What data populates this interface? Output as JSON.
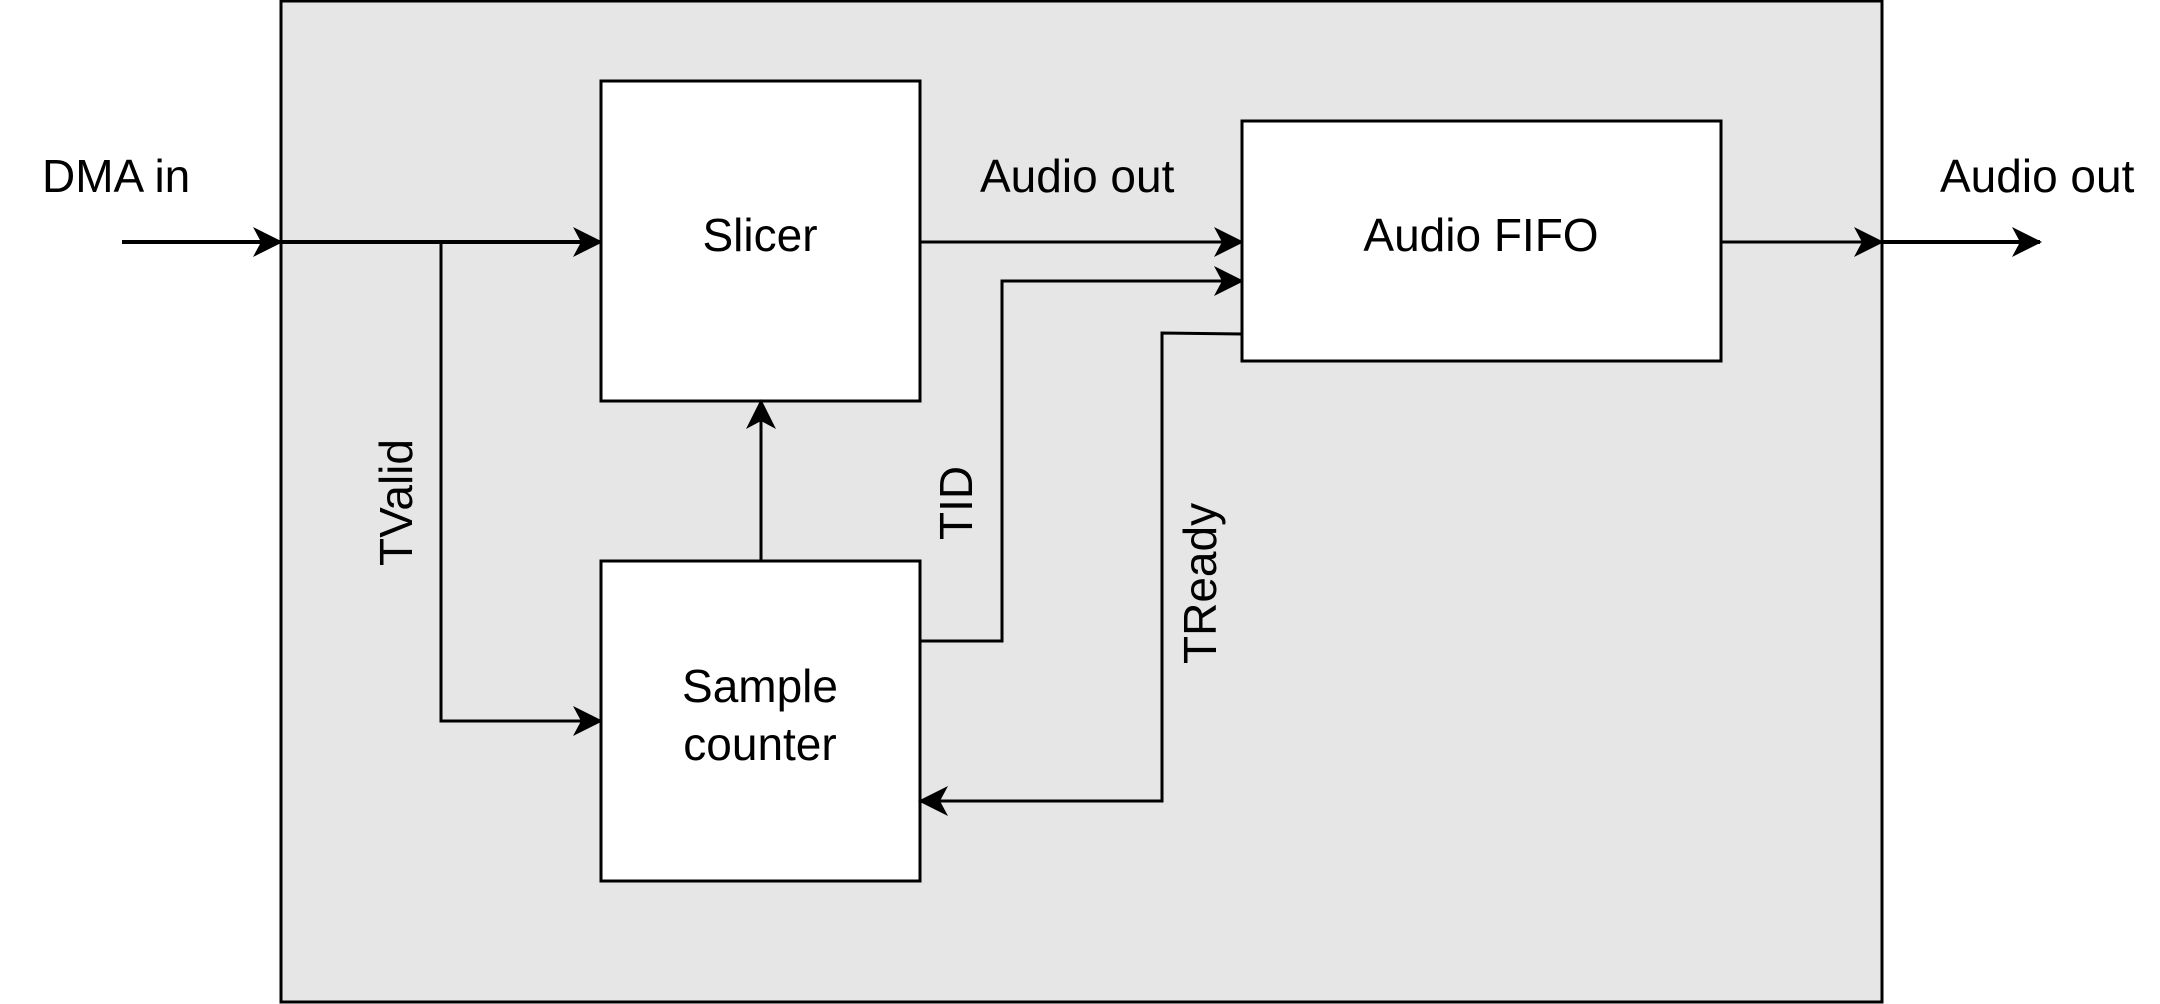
{
  "colors": {
    "container_fill": "#e6e6e6",
    "block_fill": "#ffffff",
    "stroke": "#000000"
  },
  "external": {
    "input_label": "DMA in",
    "output_label": "Audio out"
  },
  "blocks": {
    "slicer": "Slicer",
    "sample_counter_line1": "Sample",
    "sample_counter_line2": "counter",
    "audio_fifo": "Audio FIFO"
  },
  "signals": {
    "slicer_to_fifo": "Audio out",
    "tvalid": "TValid",
    "tid": "TID",
    "tready": "TReady"
  }
}
